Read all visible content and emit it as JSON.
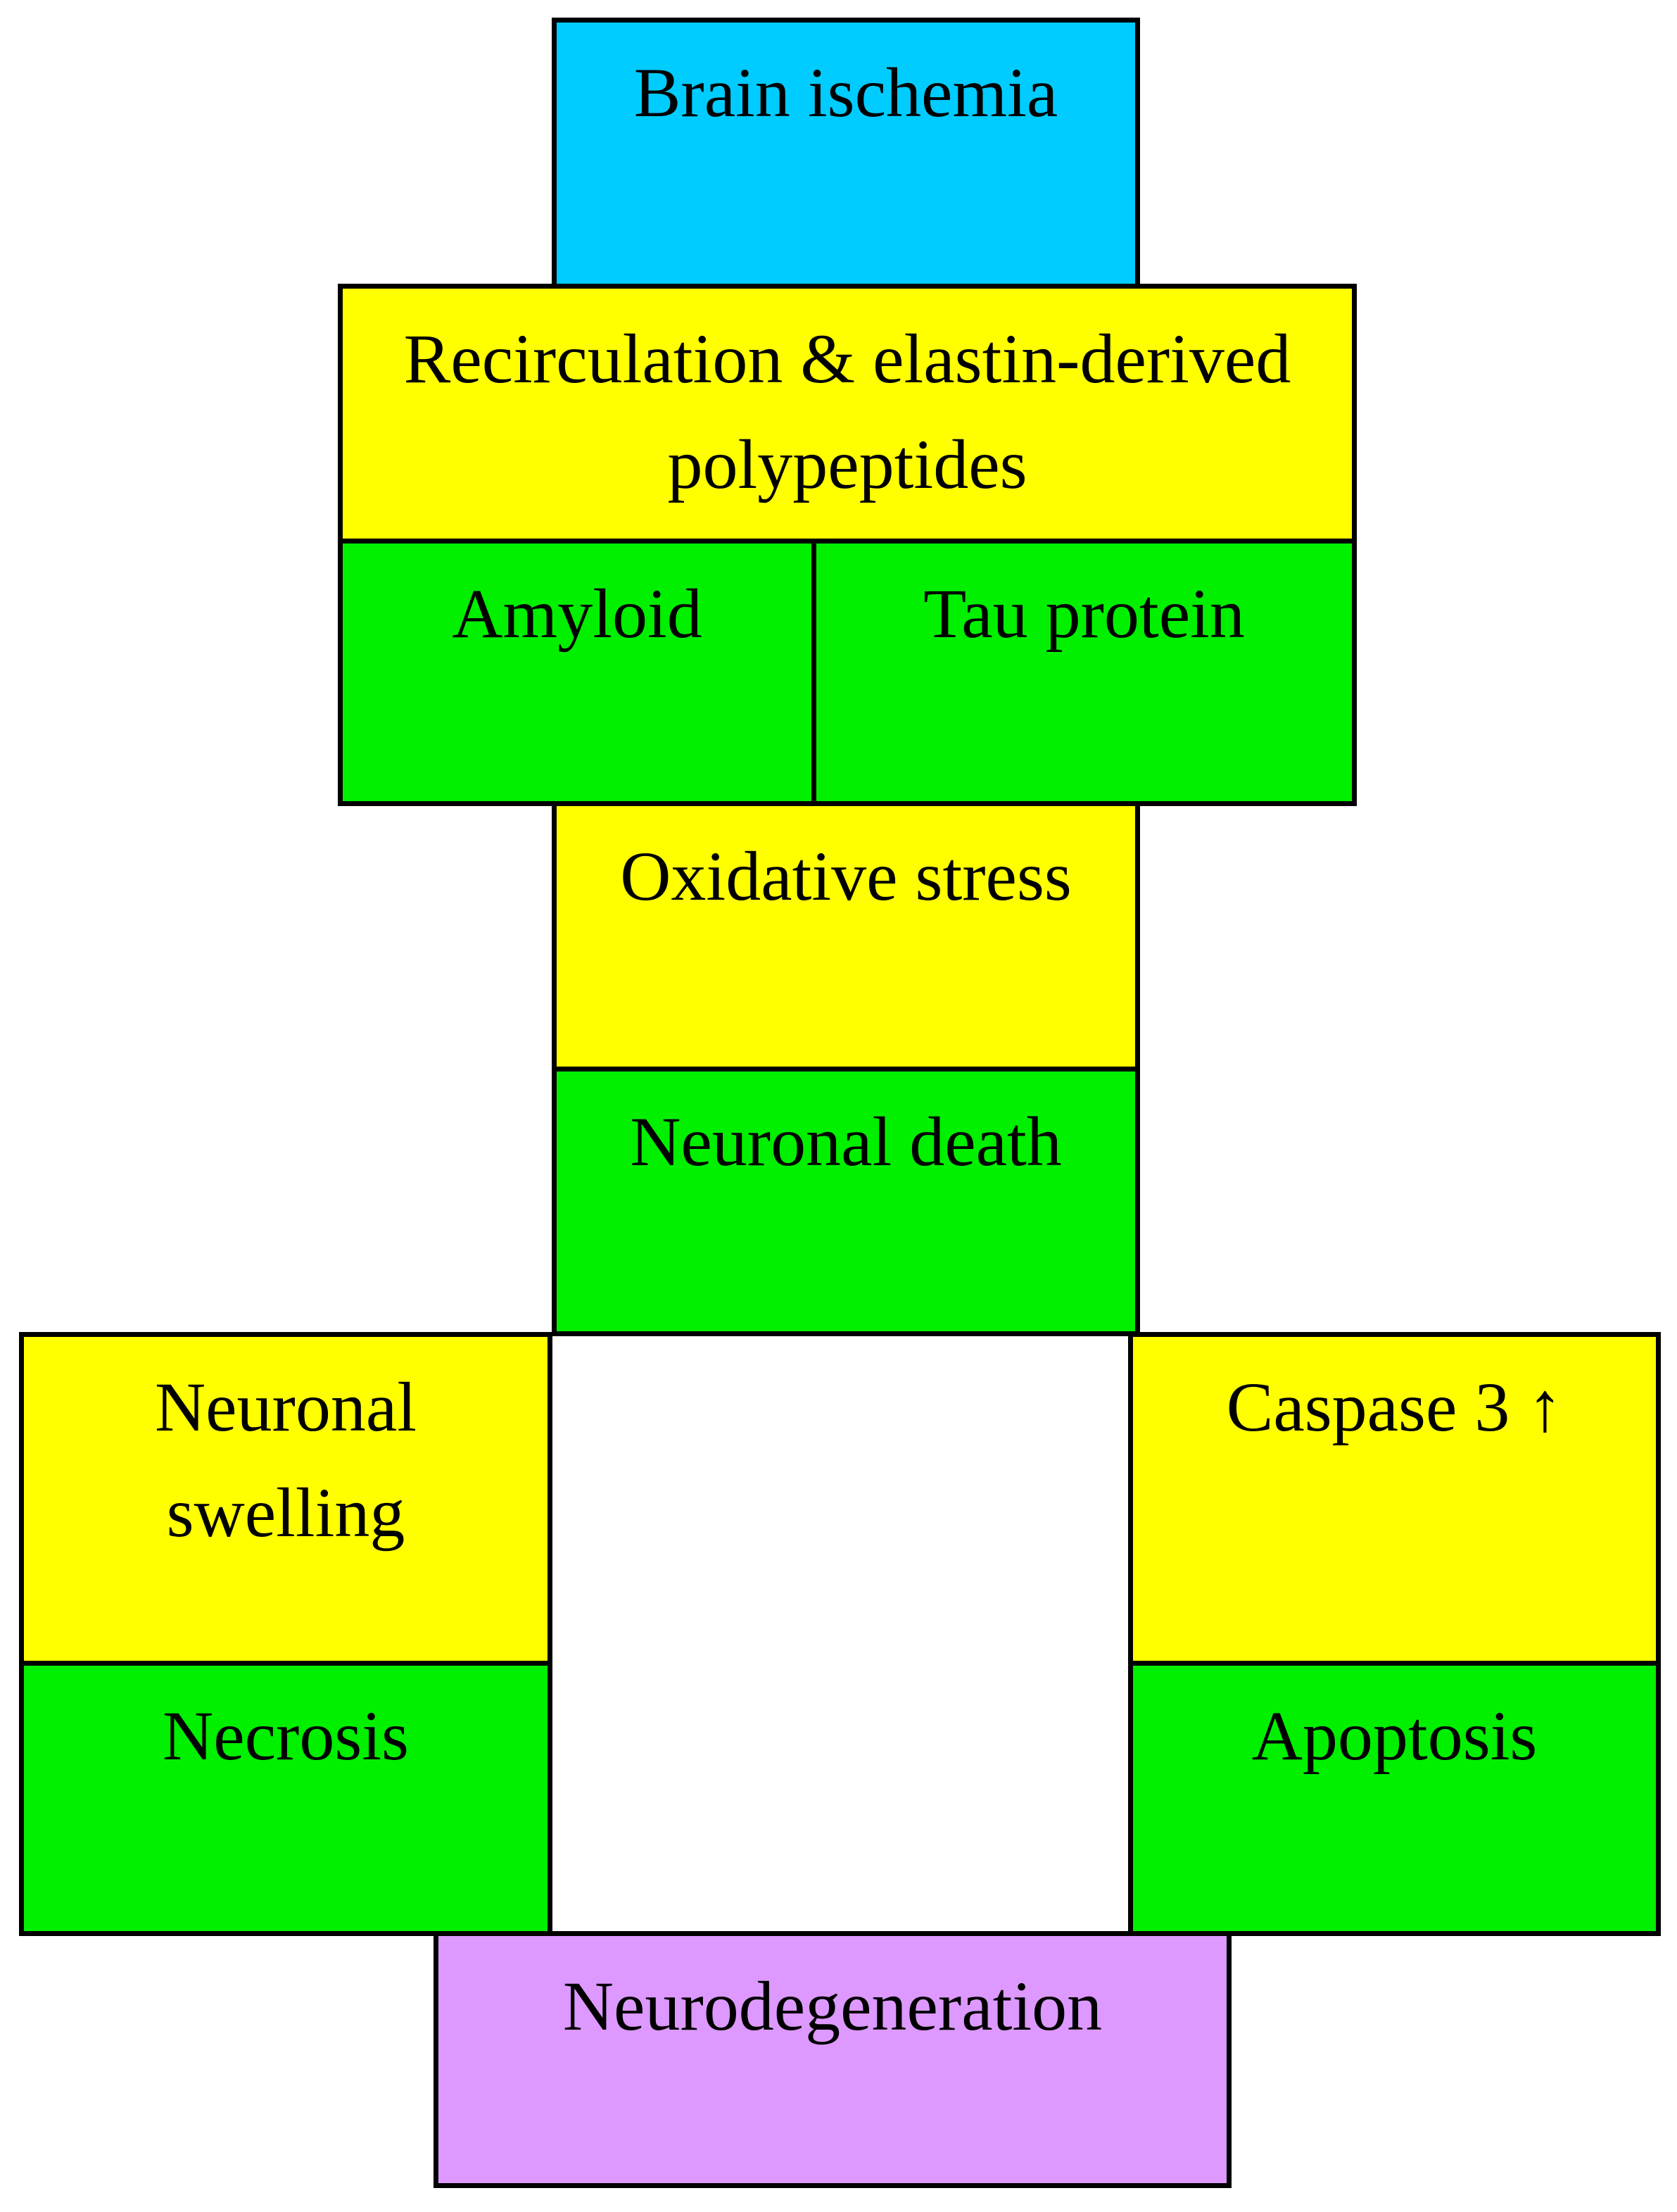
{
  "diagram": {
    "title": "Brain ischemia neurodegeneration cascade",
    "background_color": "#FFFFFF",
    "border_color": "#000000",
    "colors": {
      "cyan": "#00CCFF",
      "yellow": "#FFFF00",
      "green": "#00F000",
      "violet": "#DD99FF"
    },
    "boxes": {
      "brain_ischemia": {
        "label": "Brain ischemia",
        "fill": "#00CCFF"
      },
      "recirculation": {
        "label": "Recirculation & elastin-derived\npolypeptides",
        "fill": "#FFFF00"
      },
      "amyloid": {
        "label": "Amyloid",
        "fill": "#00F000"
      },
      "tau_protein": {
        "label": "Tau protein",
        "fill": "#00F000"
      },
      "oxidative_stress": {
        "label": "Oxidative stress",
        "fill": "#FFFF00"
      },
      "neuronal_death": {
        "label": "Neuronal death",
        "fill": "#00F000"
      },
      "neuronal_swelling": {
        "label": "Neuronal\nswelling",
        "fill": "#FFFF00"
      },
      "necrosis": {
        "label": "Necrosis",
        "fill": "#00F000"
      },
      "caspase_3_up": {
        "label": "Caspase 3 ↑",
        "fill": "#FFFF00"
      },
      "apoptosis": {
        "label": "Apoptosis",
        "fill": "#00F000"
      },
      "neurodegeneration": {
        "label": "Neurodegeneration",
        "fill": "#DD99FF"
      }
    }
  }
}
